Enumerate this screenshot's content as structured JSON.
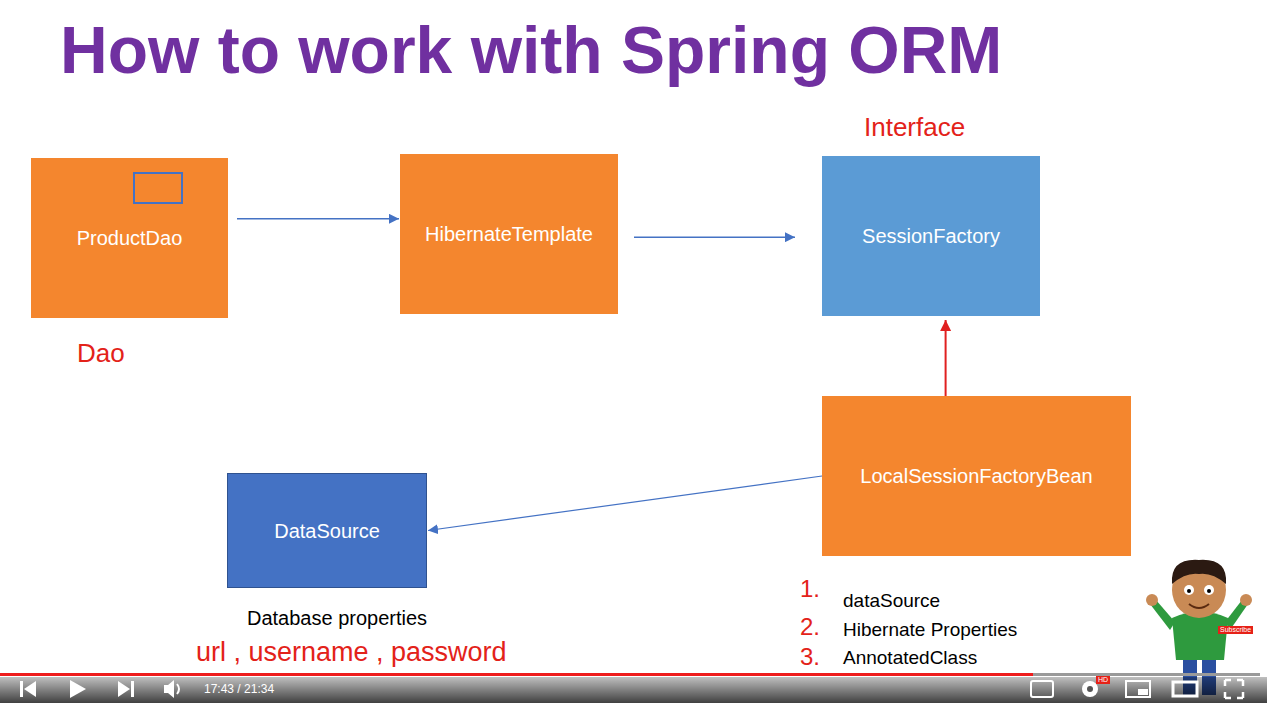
{
  "diagram": {
    "title": "How to work with Spring ORM",
    "nodes": [
      {
        "text": [
          "ProductDao"
        ]
      },
      {
        "text": [
          "HibernateTemplate"
        ]
      },
      {
        "text": [
          "SessionFactory"
        ]
      },
      {
        "text": [
          "LocalSessionFactoryBean"
        ]
      },
      {
        "text": [
          "DataSource"
        ]
      }
    ],
    "edges": [
      {
        "from": 0,
        "to": 1,
        "arrow": "to"
      },
      {
        "from": 1,
        "to": 2,
        "arrow": "to"
      },
      {
        "from": 3,
        "to": 2,
        "arrow": "to"
      },
      {
        "from": 3,
        "to": 4,
        "arrow": "to"
      }
    ],
    "labels": [
      "Interface",
      "Dao",
      "Database properties",
      "url , username , password",
      "1.",
      "dataSource",
      "2.",
      "Hibernate Properties",
      "3.",
      "AnnotatedClass",
      "Subscribe",
      "HD",
      "17:43 / 21:34"
    ]
  }
}
